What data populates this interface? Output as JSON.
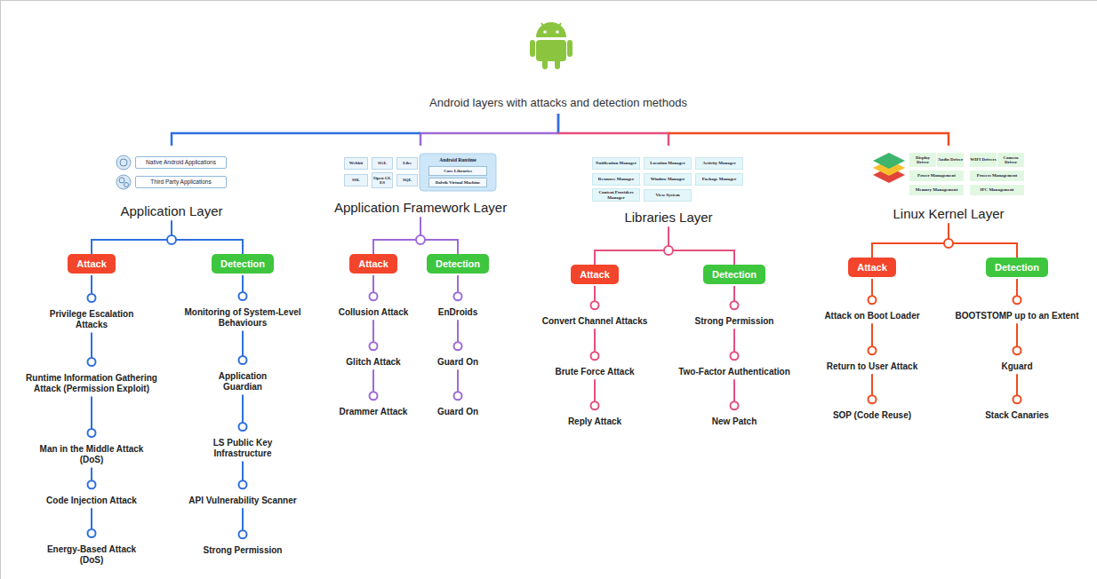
{
  "diagram": {
    "title": "Android layers with attacks and detection methods",
    "nodes": [
      {
        "text": [
          "Application Layer"
        ]
      },
      {
        "text": [
          "Attack"
        ]
      },
      {
        "text": [
          "Detection"
        ]
      },
      {
        "text": [
          "Privilege Escalation Attacks"
        ]
      },
      {
        "text": [
          "Runtime Information Gathering Attack (Permission Exploit)"
        ]
      },
      {
        "text": [
          "Man in the Middle Attack (DoS)"
        ]
      },
      {
        "text": [
          "Code Injection Attack"
        ]
      },
      {
        "text": [
          "Energy-Based Attack (DoS)"
        ]
      },
      {
        "text": [
          "Monitoring of System-Level Behaviours"
        ]
      },
      {
        "text": [
          "Application Guardian"
        ]
      },
      {
        "text": [
          "LS Public Key Infrastructure"
        ]
      },
      {
        "text": [
          "API Vulnerability Scanner"
        ]
      },
      {
        "text": [
          "Strong Permission"
        ]
      },
      {
        "text": [
          "Application Framework Layer"
        ]
      },
      {
        "text": [
          "Attack"
        ]
      },
      {
        "text": [
          "Detection"
        ]
      },
      {
        "text": [
          "Collusion Attack"
        ]
      },
      {
        "text": [
          "Glitch Attack"
        ]
      },
      {
        "text": [
          "Drammer Attack"
        ]
      },
      {
        "text": [
          "EnDroids"
        ]
      },
      {
        "text": [
          "Guard On"
        ]
      },
      {
        "text": [
          "Guard On"
        ]
      },
      {
        "text": [
          "Libraries Layer"
        ]
      },
      {
        "text": [
          "Attack"
        ]
      },
      {
        "text": [
          "Detection"
        ]
      },
      {
        "text": [
          "Convert Channel Attacks"
        ]
      },
      {
        "text": [
          "Brute Force Attack"
        ]
      },
      {
        "text": [
          "Reply Attack"
        ]
      },
      {
        "text": [
          "Strong Permission"
        ]
      },
      {
        "text": [
          "Two-Factor Authentication"
        ]
      },
      {
        "text": [
          "New Patch"
        ]
      },
      {
        "text": [
          "Linux Kernel Layer"
        ]
      },
      {
        "text": [
          "Attack"
        ]
      },
      {
        "text": [
          "Detection"
        ]
      },
      {
        "text": [
          "Attack on Boot Loader"
        ]
      },
      {
        "text": [
          "Return to User Attack"
        ]
      },
      {
        "text": [
          "SOP (Code Reuse)"
        ]
      },
      {
        "text": [
          "BOOTSTOMP up to an Extent"
        ]
      },
      {
        "text": [
          "Kguard"
        ]
      },
      {
        "text": [
          "Stack Canaries"
        ]
      }
    ],
    "edges": [
      {
        "from": 0,
        "to": 1,
        "arrow": "none"
      },
      {
        "from": 0,
        "to": 2,
        "arrow": "none"
      },
      {
        "from": 1,
        "to": 3,
        "arrow": "none"
      },
      {
        "from": 3,
        "to": 4,
        "arrow": "none"
      },
      {
        "from": 4,
        "to": 5,
        "arrow": "none"
      },
      {
        "from": 5,
        "to": 6,
        "arrow": "none"
      },
      {
        "from": 6,
        "to": 7,
        "arrow": "none"
      },
      {
        "from": 2,
        "to": 8,
        "arrow": "none"
      },
      {
        "from": 8,
        "to": 9,
        "arrow": "none"
      },
      {
        "from": 9,
        "to": 10,
        "arrow": "none"
      },
      {
        "from": 10,
        "to": 11,
        "arrow": "none"
      },
      {
        "from": 11,
        "to": 12,
        "arrow": "none"
      },
      {
        "from": 13,
        "to": 14,
        "arrow": "none"
      },
      {
        "from": 13,
        "to": 15,
        "arrow": "none"
      },
      {
        "from": 14,
        "to": 16,
        "arrow": "none"
      },
      {
        "from": 16,
        "to": 17,
        "arrow": "none"
      },
      {
        "from": 17,
        "to": 18,
        "arrow": "none"
      },
      {
        "from": 15,
        "to": 19,
        "arrow": "none"
      },
      {
        "from": 19,
        "to": 20,
        "arrow": "none"
      },
      {
        "from": 20,
        "to": 21,
        "arrow": "none"
      },
      {
        "from": 22,
        "to": 23,
        "arrow": "none"
      },
      {
        "from": 22,
        "to": 24,
        "arrow": "none"
      },
      {
        "from": 23,
        "to": 25,
        "arrow": "none"
      },
      {
        "from": 25,
        "to": 26,
        "arrow": "none"
      },
      {
        "from": 26,
        "to": 27,
        "arrow": "none"
      },
      {
        "from": 24,
        "to": 28,
        "arrow": "none"
      },
      {
        "from": 28,
        "to": 29,
        "arrow": "none"
      },
      {
        "from": 29,
        "to": 30,
        "arrow": "none"
      },
      {
        "from": 31,
        "to": 32,
        "arrow": "none"
      },
      {
        "from": 31,
        "to": 33,
        "arrow": "none"
      },
      {
        "from": 32,
        "to": 34,
        "arrow": "none"
      },
      {
        "from": 34,
        "to": 35,
        "arrow": "none"
      },
      {
        "from": 35,
        "to": 36,
        "arrow": "none"
      },
      {
        "from": 33,
        "to": 37,
        "arrow": "none"
      },
      {
        "from": 37,
        "to": 38,
        "arrow": "none"
      },
      {
        "from": 38,
        "to": 39,
        "arrow": "none"
      }
    ],
    "labels": [
      "Native Android Applications",
      "Third Party Applications",
      "Webkit",
      "SGL",
      "Libc",
      "SSL",
      "Open GL ES",
      "SQL",
      "Android Runtime",
      "Core Libraries",
      "Dalvik Virtual Machine",
      "Notification Manager",
      "Location Manager",
      "Activity Manager",
      "Resource Manager",
      "Window Manager",
      "Package Manager",
      "Content Providers Manager",
      "View System",
      "Display Driver",
      "Audio Driver",
      "WIFI Drivers",
      "Camera Driver",
      "Power Management",
      "Process Management",
      "Memory Management",
      "IPC Management"
    ]
  }
}
